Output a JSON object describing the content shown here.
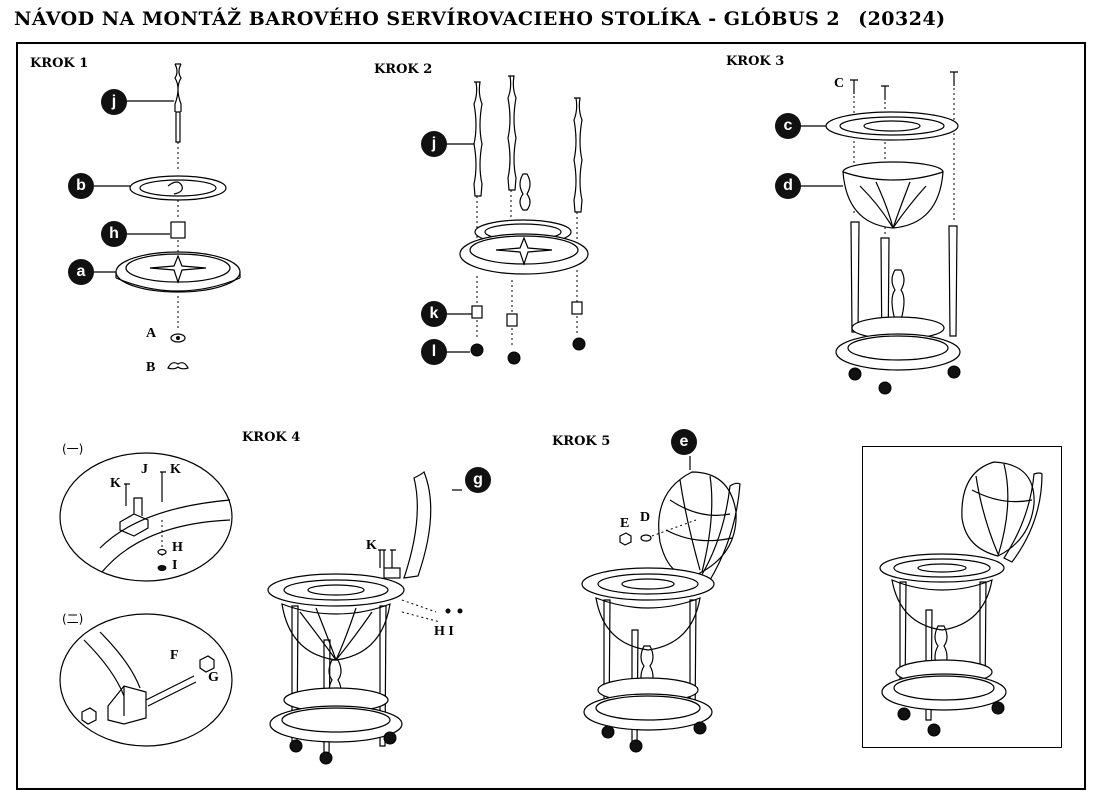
{
  "title": {
    "main": "NÁVOD NA MONTÁŽ  BAROVÉHO SERVÍROVACIEHO STOLÍKA - GLÓBUS 2",
    "code": "(20324)"
  },
  "steps": {
    "s1": "KROK 1",
    "s2": "KROK 2",
    "s3": "KROK 3",
    "s4": "KROK 4",
    "s5": "KROK 5"
  },
  "part_badges": {
    "s1_j": "j",
    "s1_b": "b",
    "s1_h": "h",
    "s1_a": "a",
    "s2_j": "j",
    "s2_k": "k",
    "s2_l": "l",
    "s3_c": "c",
    "s3_d": "d",
    "s4_g": "g",
    "s5_e": "e"
  },
  "hardware_labels": {
    "s1_A": "A",
    "s1_B": "B",
    "s3_C": "C",
    "d1_K1": "K",
    "d1_J": "J",
    "d1_K2": "K",
    "d1_H": "H",
    "d1_I": "I",
    "d2_F": "F",
    "d2_G": "G",
    "s4_K": "K",
    "s4_HI": "H I",
    "s5_E": "E",
    "s5_D": "D"
  },
  "detail_captions": {
    "detail1": "(一)",
    "detail2": "(二)"
  }
}
